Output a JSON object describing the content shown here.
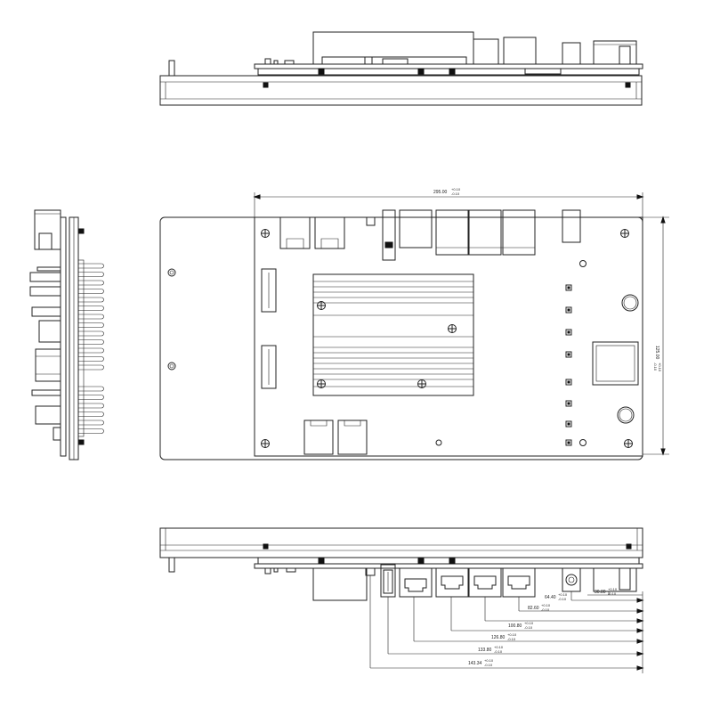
{
  "drawing": {
    "views": {
      "top_edge": "top edge view",
      "plan": "plan view",
      "side": "side view",
      "bottom_edge": "bottom edge view"
    },
    "dimensions": {
      "width_overall": "295.00",
      "width_tol_upper": "+0.10",
      "width_tol_lower": "-0.10",
      "height_overall": "125.00",
      "height_tol_upper": "+0.10",
      "height_tol_lower": "-0.10"
    },
    "connector_offsets": [
      {
        "id": "d1",
        "value": "64.40",
        "tol_upper": "+0.10",
        "tol_lower": "-0.10"
      },
      {
        "id": "d2",
        "value": "30.80",
        "tol_upper": "+0.10",
        "tol_lower": "-0.10"
      },
      {
        "id": "d3",
        "value": "82.60",
        "tol_upper": "+0.10",
        "tol_lower": "-0.10"
      },
      {
        "id": "d4",
        "value": "100.80",
        "tol_upper": "+0.10",
        "tol_lower": "-0.10"
      },
      {
        "id": "d5",
        "value": "126.80",
        "tol_upper": "+0.10",
        "tol_lower": "-0.10"
      },
      {
        "id": "d6",
        "value": "133.80",
        "tol_upper": "+0.10",
        "tol_lower": "-0.10"
      },
      {
        "id": "d7",
        "value": "143.34",
        "tol_upper": "+0.10",
        "tol_lower": "-0.10"
      }
    ]
  }
}
